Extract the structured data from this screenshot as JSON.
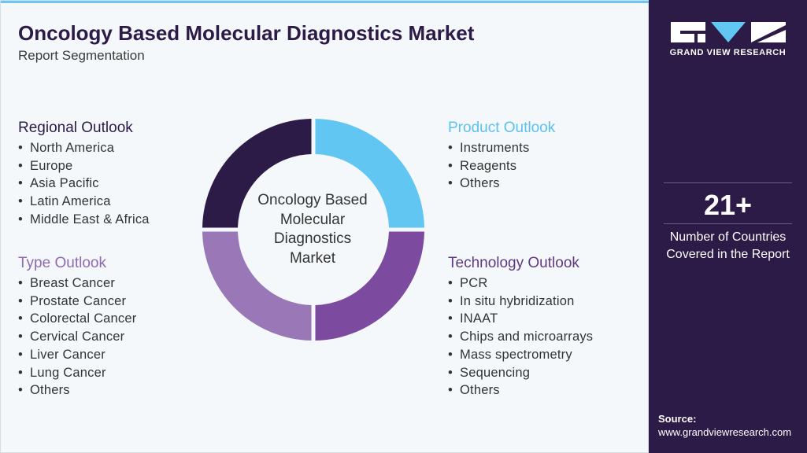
{
  "header": {
    "title": "Oncology Based Molecular Diagnostics Market",
    "subtitle": "Report Segmentation"
  },
  "colors": {
    "dark_purple": "#2c1a47",
    "light_blue": "#62c6f2",
    "purple": "#7c4a9e",
    "light_purple": "#9a78b8"
  },
  "segments": {
    "regional": {
      "title": "Regional Outlook",
      "items": [
        "North America",
        "Europe",
        "Asia Pacific",
        "Latin America",
        "Middle East & Africa"
      ]
    },
    "type": {
      "title": "Type Outlook",
      "items": [
        "Breast Cancer",
        "Prostate Cancer",
        "Colorectal Cancer",
        "Cervical Cancer",
        "Liver Cancer",
        "Lung Cancer",
        "Others"
      ]
    },
    "product": {
      "title": "Product Outlook",
      "items": [
        "Instruments",
        "Reagents",
        "Others"
      ]
    },
    "technology": {
      "title": "Technology Outlook",
      "items": [
        "PCR",
        "In situ hybridization",
        "INAAT",
        "Chips and microarrays",
        "Mass spectrometry",
        "Sequencing",
        "Others"
      ]
    }
  },
  "donut": {
    "center_lines": [
      "Oncology Based",
      "Molecular",
      "Diagnostics",
      "Market"
    ]
  },
  "sidebar": {
    "logo_text": "GRAND VIEW RESEARCH",
    "stat_value": "21+",
    "stat_label_lines": [
      "Number of Countries",
      "Covered in the Report"
    ],
    "source_label": "Source:",
    "source_url": "www.grandviewresearch.com"
  }
}
